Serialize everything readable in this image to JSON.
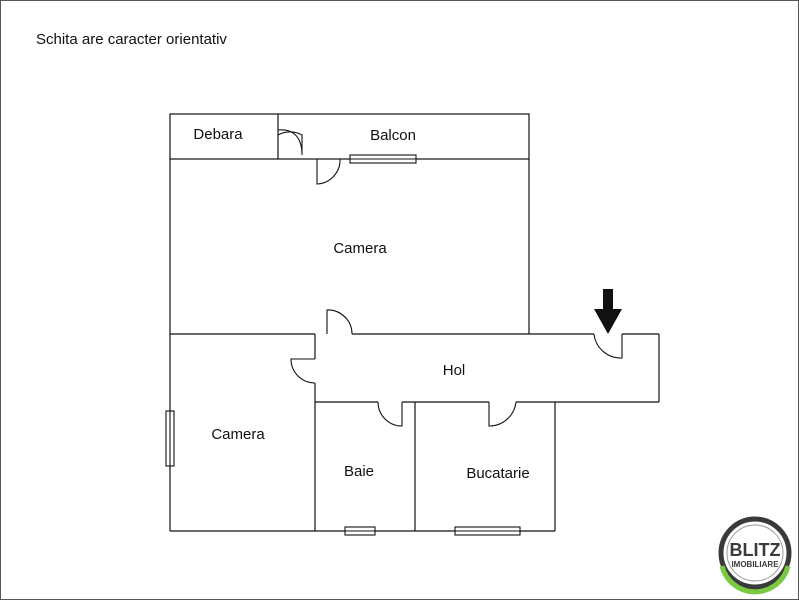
{
  "note": "Schita are caracter orientativ",
  "rooms": {
    "debara": "Debara",
    "balcon": "Balcon",
    "camera_top": "Camera",
    "hol": "Hol",
    "camera_left": "Camera",
    "baie": "Baie",
    "bucatarie": "Bucatarie"
  },
  "logo": {
    "name": "BLITZ",
    "sub": "IMOBILIARE"
  },
  "colors": {
    "wall": "#111111",
    "logo_ring_dark": "#3a3a3a",
    "logo_ring_accent": "#7ac943"
  }
}
